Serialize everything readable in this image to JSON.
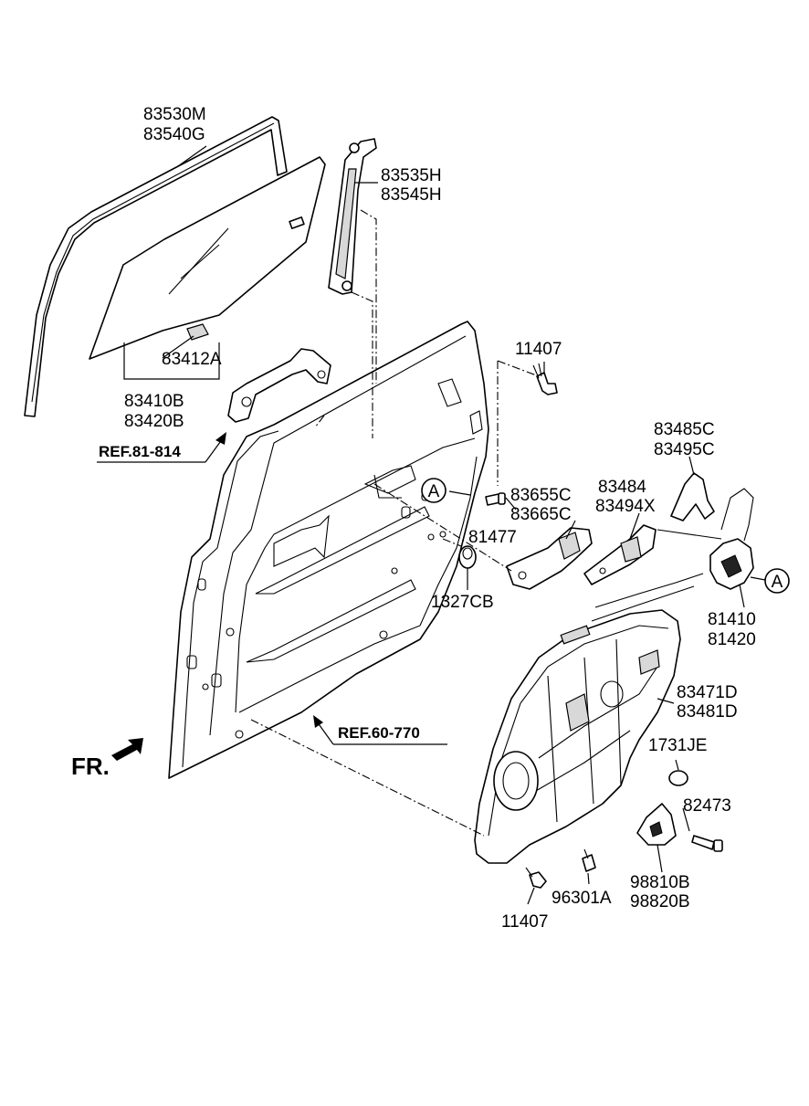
{
  "diagram": {
    "parts": {
      "glass_run_channel": [
        "83530M",
        "83540G"
      ],
      "rear_channel": [
        "83535H",
        "83545H"
      ],
      "glass": [
        "83410B",
        "83420B"
      ],
      "glass_clip": "83412A",
      "bolt_top": "11407",
      "bolt_bottom": "11407",
      "handle_bracket": [
        "83655C",
        "83665C"
      ],
      "rod_set": [
        "83484",
        "83494X"
      ],
      "cable": [
        "83485C",
        "83495C"
      ],
      "latch": [
        "81410",
        "81420"
      ],
      "striker_bolt": "81477",
      "nut_grommet": "1327CB",
      "module_panel": [
        "83471D",
        "83481D"
      ],
      "plug": "1731JE",
      "screw": "82473",
      "sensor": [
        "98810B",
        "98820B"
      ],
      "clip": "96301A"
    },
    "refs": {
      "outside_handle": "REF.81-814",
      "door_panel": "REF.60-770"
    },
    "circle_marker_door": "A",
    "circle_marker_latch": "A",
    "direction_label": "FR."
  }
}
